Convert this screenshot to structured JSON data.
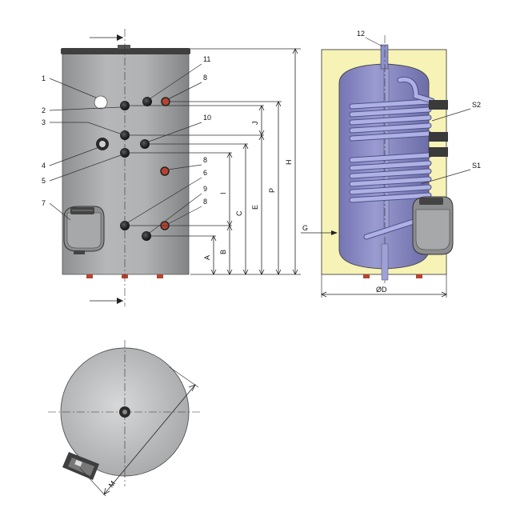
{
  "diagram": {
    "front_labels": [
      "1",
      "2",
      "3",
      "4",
      "5",
      "6",
      "7",
      "8",
      "9",
      "10",
      "11",
      "8",
      "8"
    ],
    "dim_labels": [
      "A",
      "B",
      "C",
      "E",
      "P",
      "H",
      "I",
      "J"
    ],
    "section_labels": [
      "12",
      "S2",
      "S1",
      "G",
      "ØD"
    ],
    "top_label": "M",
    "colors": {
      "tank_body": "#a9aaab",
      "tank_top": "#4a4a4a",
      "insulation": "#f7f2b6",
      "inner_tank": "#8e8ec6",
      "coil": "#a3a6dc",
      "connector_red": "#b7432f"
    }
  }
}
